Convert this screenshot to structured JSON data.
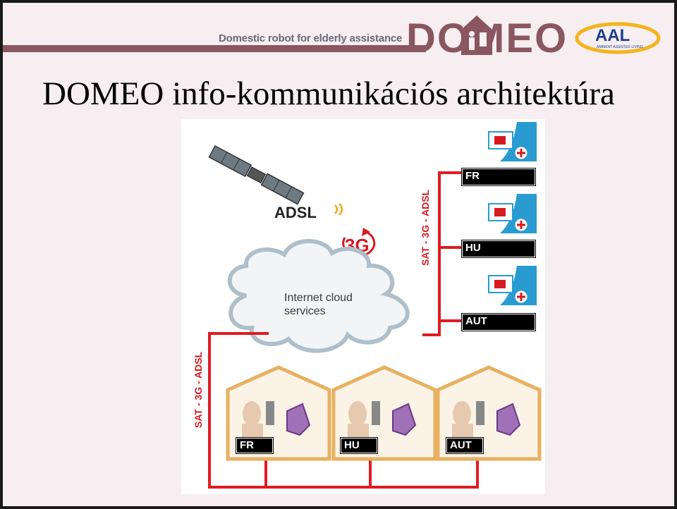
{
  "header": {
    "tagline": "Domestic robot for elderly assistance",
    "logo_text": "DOMEO",
    "aal_text": "AAL",
    "aal_subtext": "AMBIENT ASSISTED LIVING"
  },
  "title": "DOMEO info-kommunikációs architektúra",
  "diagram": {
    "adsl_label": "ADSL",
    "g3_label": "3G",
    "cloud_label_line1": "Internet cloud",
    "cloud_label_line2": "services",
    "link_label_top": "SAT - 3G - ADSL",
    "link_label_bottom": "SAT - 3G - ADSL",
    "remote_sites": [
      "FR",
      "HU",
      "AUT"
    ],
    "homes": [
      "FR",
      "HU",
      "AUT"
    ]
  },
  "colors": {
    "link_red": "#e01b22",
    "house_orange": "#e8b060",
    "cloud_fill": "#f2f4f6",
    "cloud_stroke": "#aebfcb",
    "header_bar": "#8a5660",
    "monitor_teal": "#2a9bd0"
  }
}
